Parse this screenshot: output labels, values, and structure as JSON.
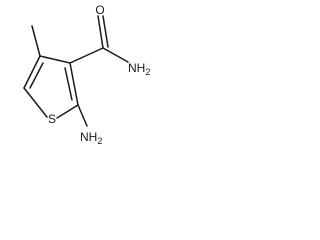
{
  "molecule": {
    "atoms": {
      "oxygen": "O",
      "sulfur": "S",
      "amide_nitrogen": {
        "symbol": "NH",
        "subscript": "2"
      },
      "amino_nitrogen": {
        "symbol": "NH",
        "subscript": "2"
      }
    },
    "colors": {
      "bond": "#1a1a1a",
      "label": "#1a1a1a",
      "background": "#ffffff"
    }
  }
}
